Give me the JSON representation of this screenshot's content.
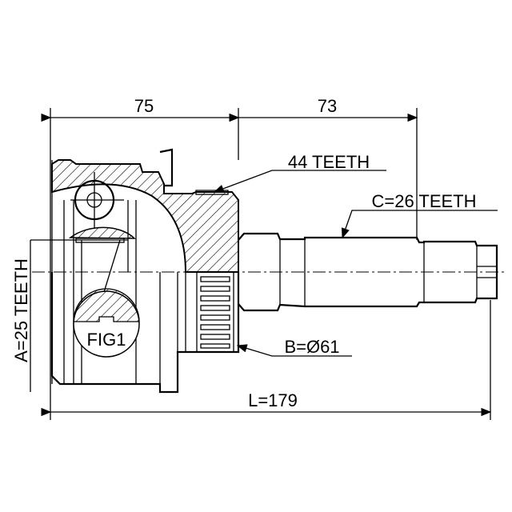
{
  "dimensions": {
    "housing_length": "75",
    "shaft_length": "73",
    "total_length": "L=179"
  },
  "callouts": {
    "abs_teeth": "44 TEETH",
    "outer_spline": "C=26 TEETH",
    "seal_diameter": "B=Ø61",
    "inner_spline": "A=25 TEETH",
    "figure": "FIG1"
  },
  "colors": {
    "line": "#000000",
    "background": "#ffffff"
  }
}
